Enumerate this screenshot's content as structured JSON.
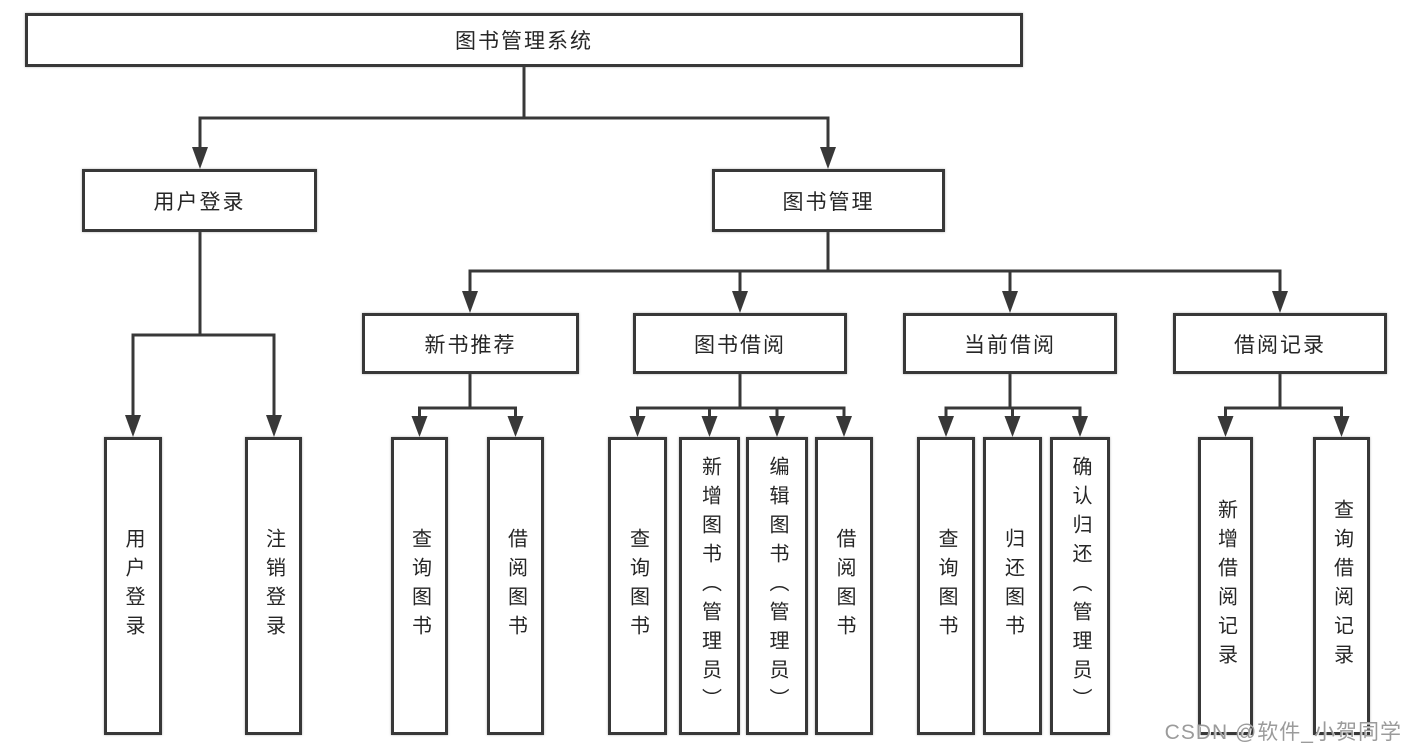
{
  "diagram": {
    "nodes": {
      "root": "图书管理系统",
      "user_login": "用户登录",
      "book_mgmt": "图书管理",
      "new_book_rec": "新书推荐",
      "book_borrow": "图书借阅",
      "current_borrow": "当前借阅",
      "borrow_record": "借阅记录",
      "leaves": {
        "user_login": [
          "用户登录",
          "注销登录"
        ],
        "new_book_rec": [
          "查询图书",
          "借阅图书"
        ],
        "book_borrow": [
          "查询图书",
          "新增图书（管理员）",
          "编辑图书（管理员）",
          "借阅图书"
        ],
        "current_borrow": [
          "查询图书",
          "归还图书",
          "确认归还（管理员）"
        ],
        "borrow_record": [
          "新增借阅记录",
          "查询借阅记录"
        ]
      }
    },
    "colors": {
      "line": "#383838",
      "text": "#262626",
      "background": "#ffffff",
      "watermark": "#9b9b9b"
    }
  },
  "watermark": {
    "text": "CSDN @软件_小贺同学"
  }
}
